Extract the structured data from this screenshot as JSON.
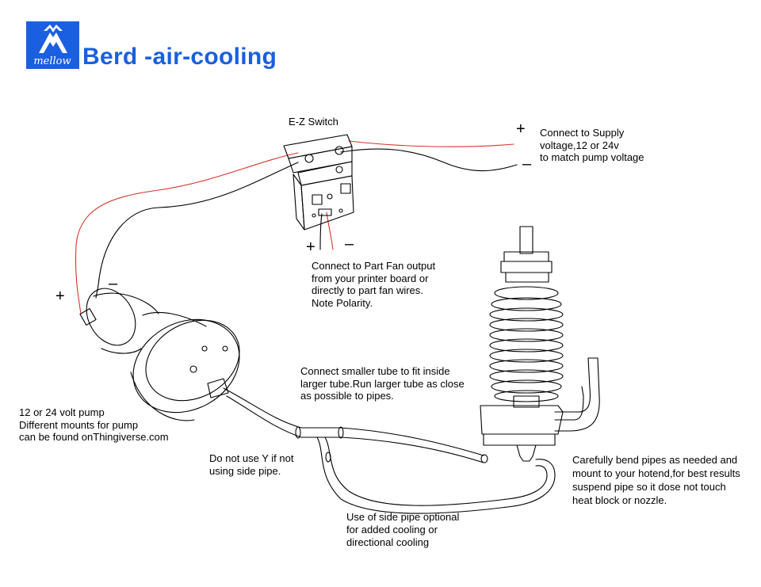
{
  "header": {
    "logo_text": "mellow",
    "title": "Berd -air-cooling"
  },
  "labels": {
    "switch": "E-Z Switch",
    "supply_lines": [
      "Connect to Supply",
      "voltage,12 or 24v",
      "to match pump voltage"
    ],
    "part_fan_lines": [
      "Connect to Part Fan output",
      "from your printer board or",
      "directly to part fan wires.",
      "Note Polarity."
    ],
    "tube_lines": [
      "Connect smaller tube to fit inside",
      "larger tube.Run larger tube as close",
      "as possible to pipes."
    ],
    "pump_lines": [
      "12 or 24 volt pump",
      "Different mounts for pump",
      "can be found onThingiverse.com"
    ],
    "y_lines": [
      "Do not use Y if not",
      "using side pipe."
    ],
    "bend_lines": [
      "Carefully bend pipes as needed and",
      "mount to your hotend,for best results",
      "suspend pipe so it dose not touch",
      "heat block or nozzle."
    ],
    "side_pipe_lines": [
      "Use of side pipe optional",
      "for added cooling or",
      "directional cooling"
    ]
  },
  "polarity": {
    "plus": "+",
    "minus": "–"
  },
  "colors": {
    "brand_blue": "#1a5fe0",
    "wire_red": "#d9342b",
    "line": "#000000"
  }
}
